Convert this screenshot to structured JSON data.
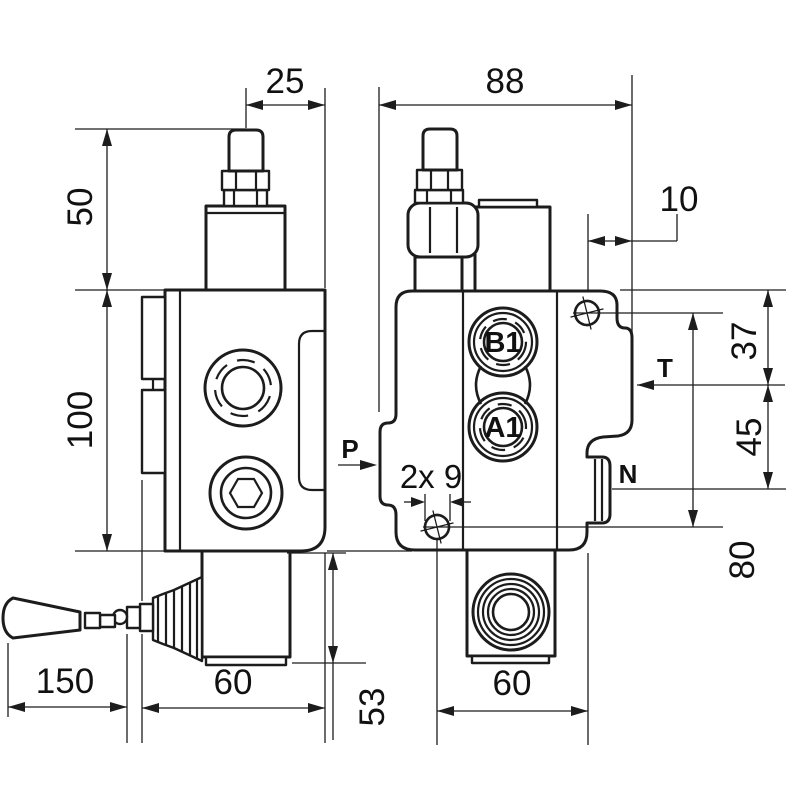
{
  "colors": {
    "background": "#ffffff",
    "line": "#1c1c1c",
    "text": "#111111"
  },
  "labels": {
    "dim_cap_width": "25",
    "dim_total_width": "88",
    "dim_cap_height": "50",
    "dim_body_height": "100",
    "dim_hole_edge_offset": "10",
    "dim_t_port_offset": "37",
    "dim_n_port_offset": "45",
    "dim_hole_spacing": "80",
    "dim_lever_length": "150",
    "dim_side_body_width": "60",
    "dim_bottom_block_height": "53",
    "dim_front_body_width": "60",
    "dim_mounting_holes": "2x 9",
    "port_b": "B1",
    "port_a": "A1",
    "port_p": "P",
    "port_t": "T",
    "port_n": "N"
  }
}
